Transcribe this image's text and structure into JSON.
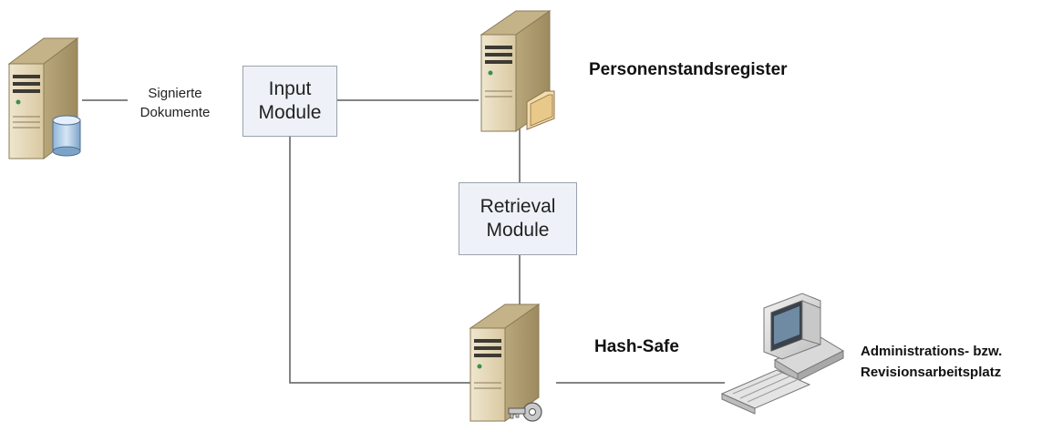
{
  "nodes": {
    "source_server": {
      "icon": "server-database-icon"
    },
    "signed_docs": {
      "line1": "Signierte",
      "line2": "Dokumente"
    },
    "input_module": {
      "line1": "Input",
      "line2": "Module"
    },
    "registry": {
      "label": "Personenstandsregister",
      "icon": "server-folder-icon"
    },
    "retrieval_module": {
      "line1": "Retrieval",
      "line2": "Module"
    },
    "hash_safe": {
      "label": "Hash-Safe",
      "icon": "server-key-icon"
    },
    "workstation": {
      "line1": "Administrations- bzw.",
      "line2": "Revisionsarbeitsplatz",
      "icon": "workstation-icon"
    }
  },
  "colors": {
    "line": "#5c5c5c",
    "box_fill": "#eef2f8",
    "box_border": "#9aa2ad",
    "server_body": "#d8c9a3"
  }
}
